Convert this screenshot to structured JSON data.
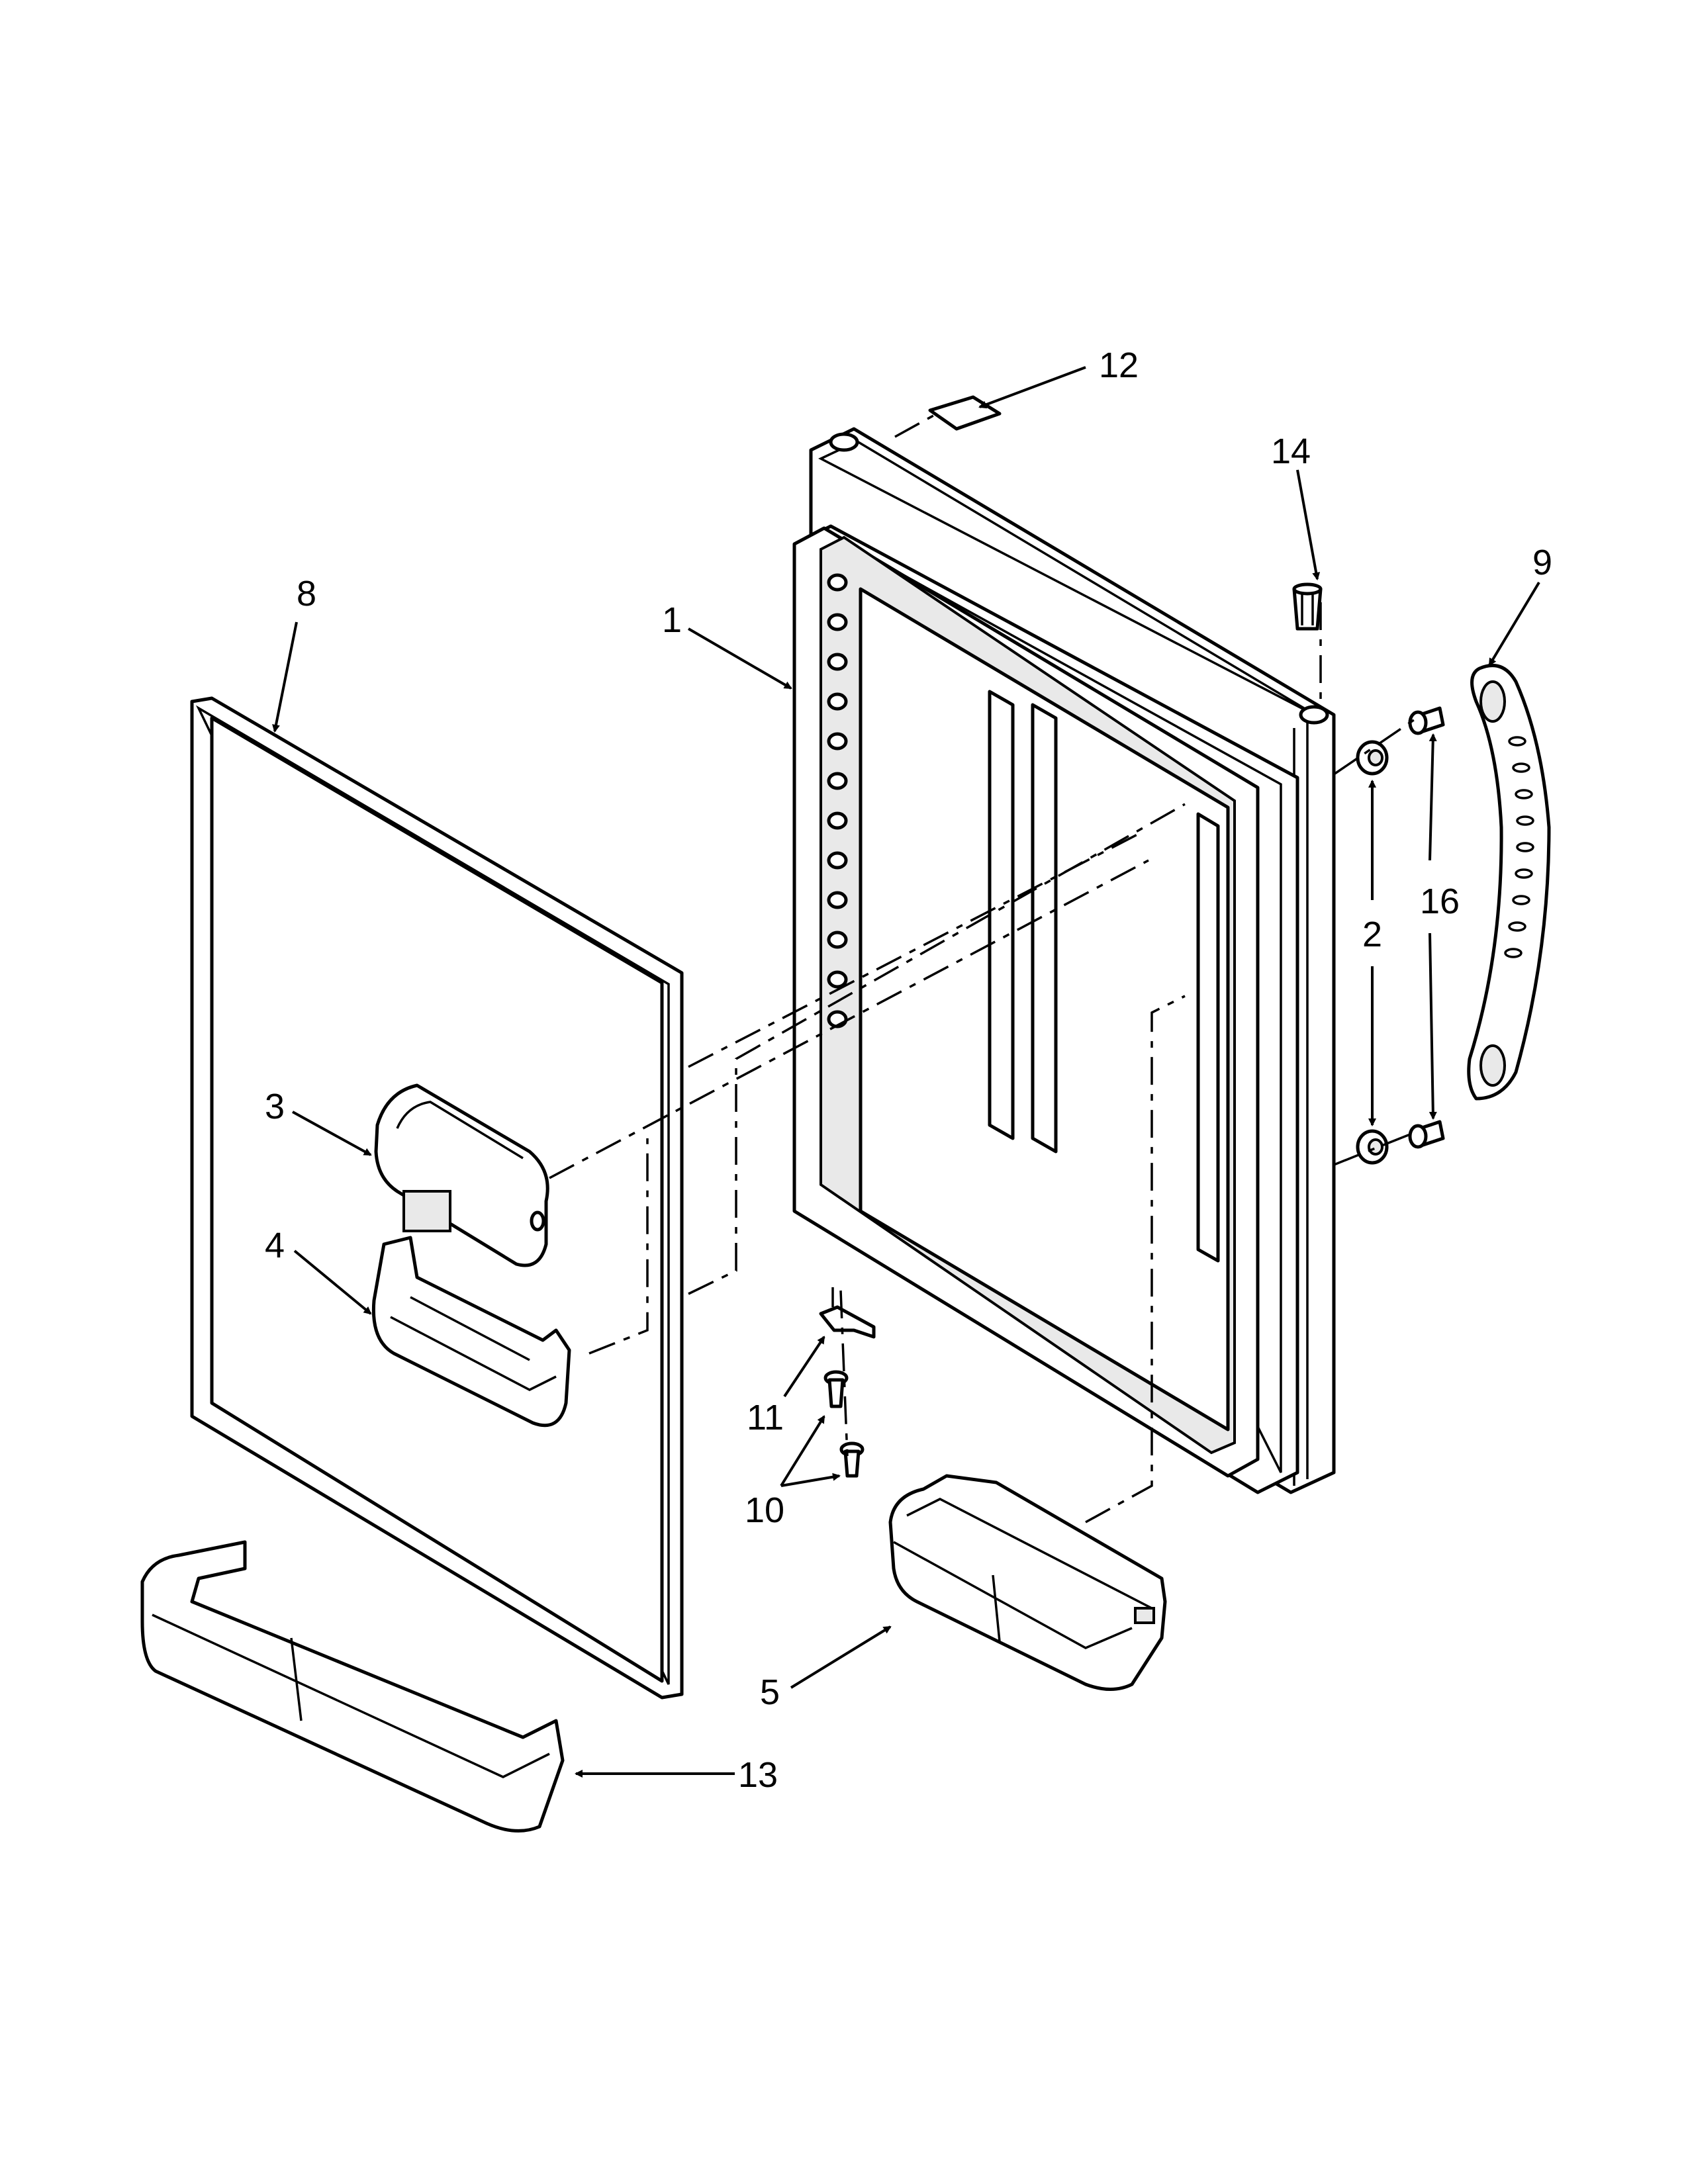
{
  "callouts": {
    "c1": "1",
    "c2": "2",
    "c3": "3",
    "c4": "4",
    "c5": "5",
    "c8": "8",
    "c9": "9",
    "c10": "10",
    "c11": "11",
    "c12": "12",
    "c13": "13",
    "c14": "14",
    "c16": "16"
  }
}
